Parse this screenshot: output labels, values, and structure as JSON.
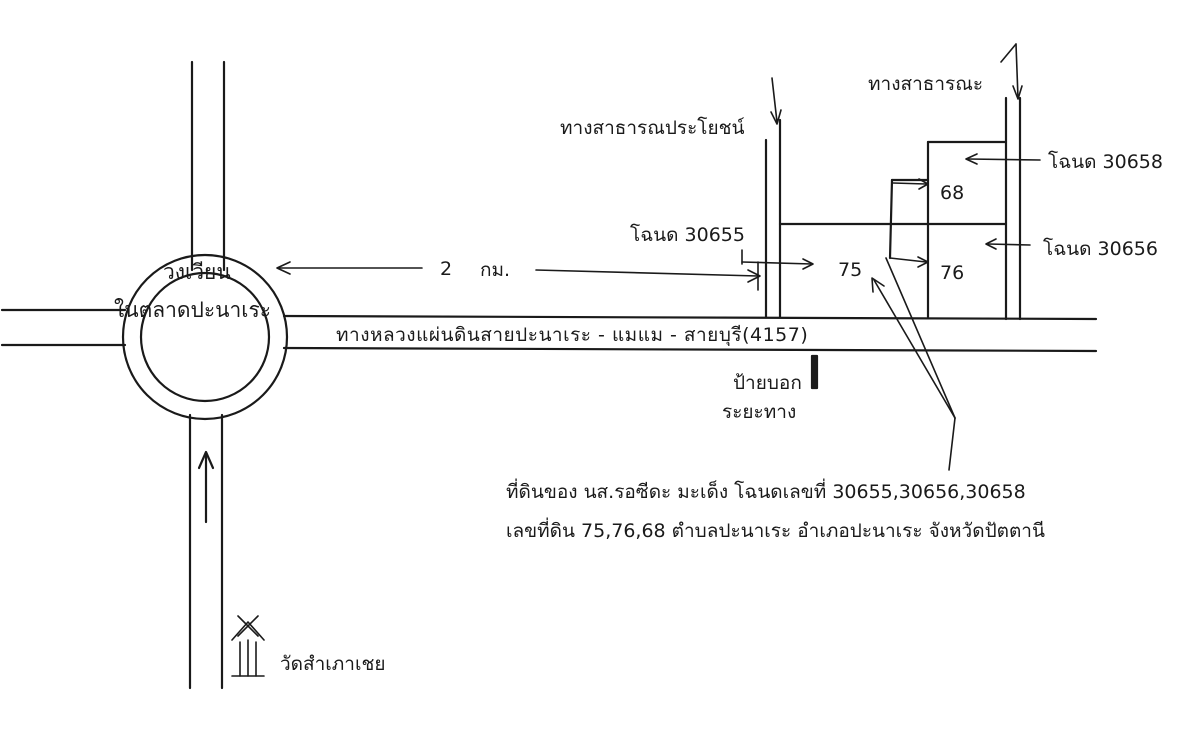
{
  "labels": {
    "roundabout_line1": "วงเวียน",
    "roundabout_line2": "ในตลาดปะนาเระ",
    "distance": "2",
    "distance_unit": "กม.",
    "highway": "ทางหลวงแผ่นดินสายปะนาเระ - แมแม - สายบุรี(4157)",
    "public_utility": "ทางสาธารณประโยชน์",
    "public_way": "ทางสาธารณะ",
    "deed_30655": "โฉนด 30655",
    "deed_30658": "โฉนด 30658",
    "deed_30656": "โฉนด 30656",
    "plot_75": "75",
    "plot_76": "76",
    "plot_68": "68",
    "signpost_line1": "ป้ายบอก",
    "signpost_line2": "ระยะทาง",
    "owner_line1": "ที่ดินของ นส.รอซีดะ มะเด็ง โฉนดเลขที่ 30655,30656,30658",
    "owner_line2": "เลขที่ดิน 75,76,68 ตำบลปะนาเระ อำเภอปะนาเระ จังหวัดปัตตานี",
    "temple": "วัดสำเภาเชย"
  },
  "icons": {
    "temple": "temple-icon",
    "north_arrow": "arrow-up-icon",
    "signpost": "signpost-icon"
  },
  "colors": {
    "ink": "#1a1a1a",
    "paper": "#ffffff"
  }
}
